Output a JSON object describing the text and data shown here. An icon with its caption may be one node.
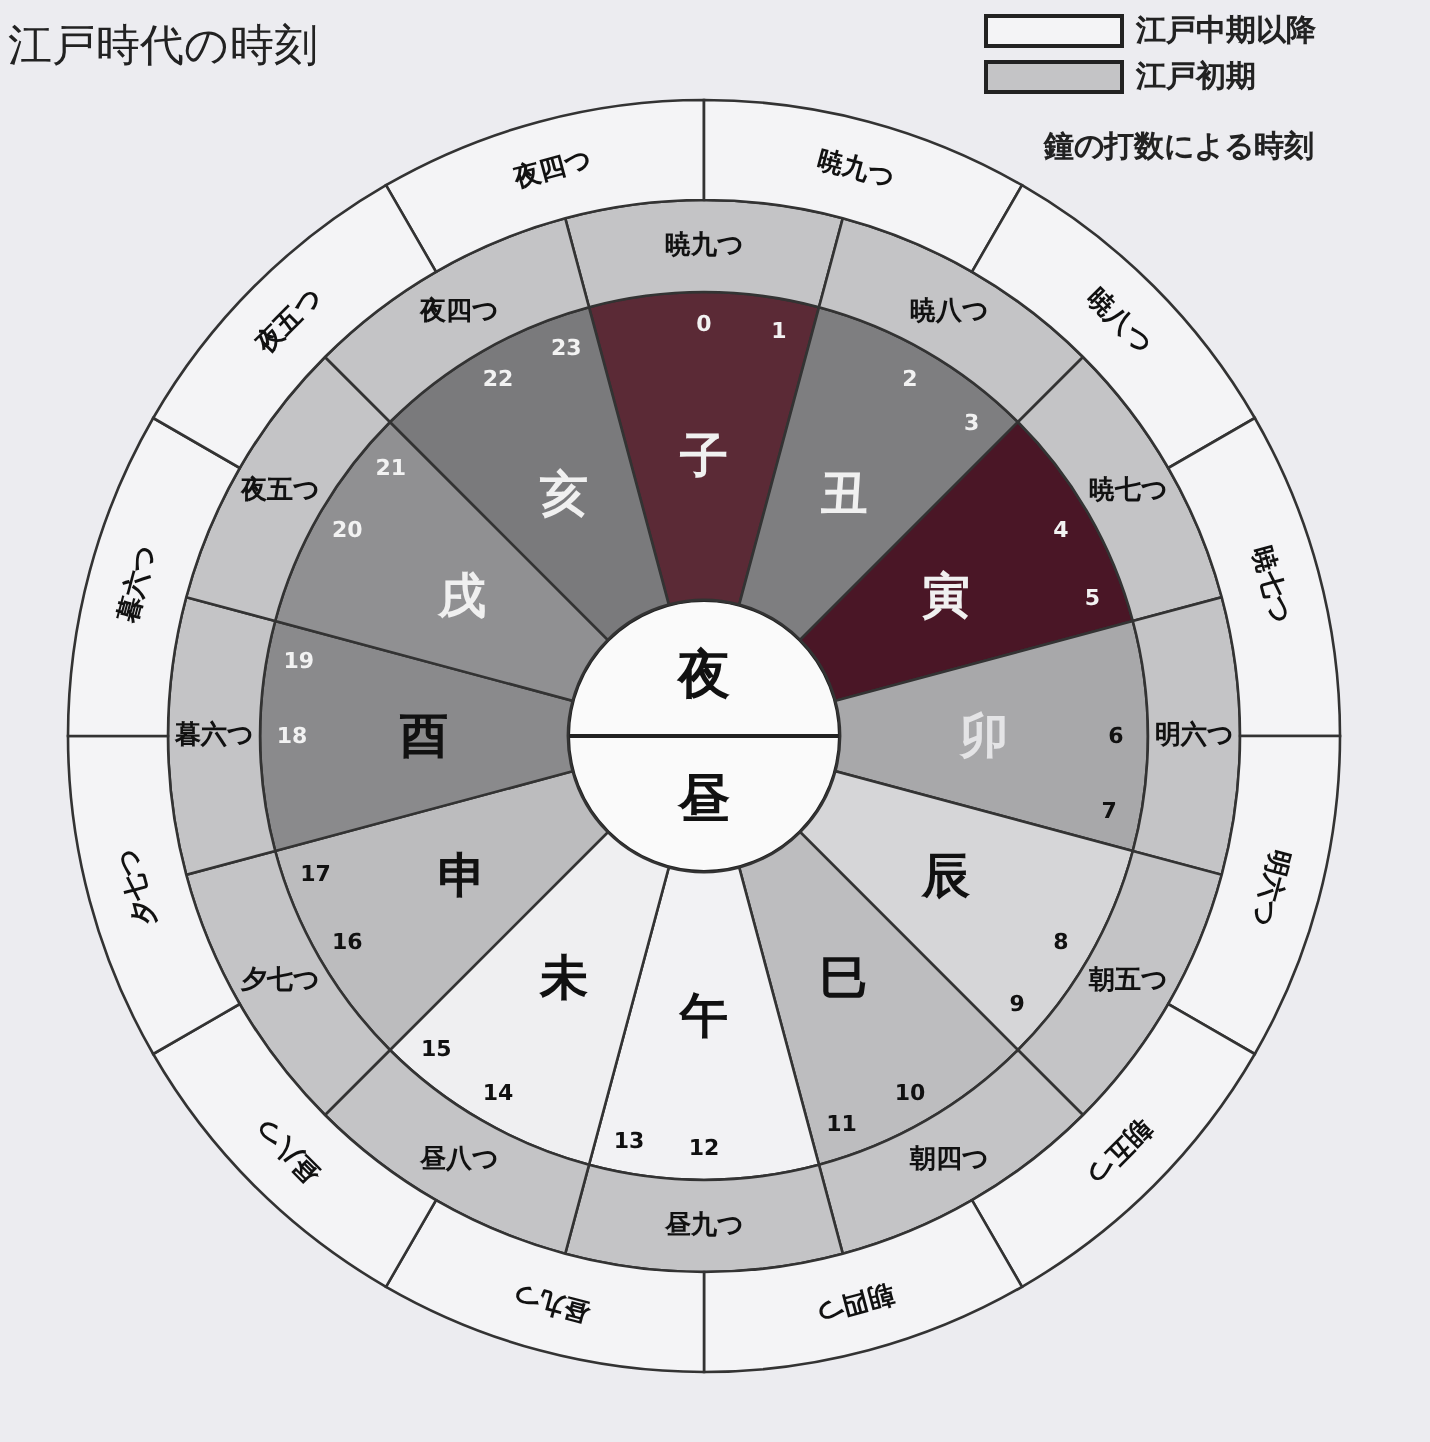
{
  "diagram": {
    "title": "江戸時代の時刻",
    "nodes": [
      {
        "text": [
          "夜"
        ]
      },
      {
        "text": [
          "昼"
        ]
      },
      {
        "text": [
          "子"
        ]
      },
      {
        "text": [
          "丑"
        ]
      },
      {
        "text": [
          "寅"
        ]
      },
      {
        "text": [
          "卯"
        ]
      },
      {
        "text": [
          "辰"
        ]
      },
      {
        "text": [
          "巳"
        ]
      },
      {
        "text": [
          "午"
        ]
      },
      {
        "text": [
          "未"
        ]
      },
      {
        "text": [
          "申"
        ]
      },
      {
        "text": [
          "酉"
        ]
      },
      {
        "text": [
          "戌"
        ]
      },
      {
        "text": [
          "亥"
        ]
      },
      {
        "text": [
          "暁九つ"
        ]
      },
      {
        "text": [
          "暁八つ"
        ]
      },
      {
        "text": [
          "暁七つ"
        ]
      },
      {
        "text": [
          "明六つ"
        ]
      },
      {
        "text": [
          "朝五つ"
        ]
      },
      {
        "text": [
          "朝四つ"
        ]
      },
      {
        "text": [
          "昼九つ"
        ]
      },
      {
        "text": [
          "昼八つ"
        ]
      },
      {
        "text": [
          "夕七つ"
        ]
      },
      {
        "text": [
          "暮六つ"
        ]
      },
      {
        "text": [
          "夜五つ"
        ]
      },
      {
        "text": [
          "夜四つ"
        ]
      },
      {
        "text": [
          "夜四つ"
        ]
      },
      {
        "text": [
          "暁九つ"
        ]
      },
      {
        "text": [
          "暁八つ"
        ]
      },
      {
        "text": [
          "暁七つ"
        ]
      },
      {
        "text": [
          "明六つ"
        ]
      },
      {
        "text": [
          "朝五つ"
        ]
      },
      {
        "text": [
          "朝四つ"
        ]
      },
      {
        "text": [
          "昼九つ"
        ]
      },
      {
        "text": [
          "昼八つ"
        ]
      },
      {
        "text": [
          "夕七つ"
        ]
      },
      {
        "text": [
          "暮六つ"
        ]
      },
      {
        "text": [
          "夜五つ"
        ]
      }
    ],
    "labels": [
      "鐘の打数による時刻",
      "0",
      "1",
      "2",
      "3",
      "4",
      "5",
      "6",
      "7",
      "8",
      "9",
      "10",
      "11",
      "12",
      "13",
      "14",
      "15",
      "16",
      "17",
      "18",
      "19",
      "20",
      "21",
      "22",
      "23"
    ],
    "legend": [
      {
        "text": "江戸中期以降",
        "color": "#f4f4f6"
      },
      {
        "text": "江戸初期",
        "color": "#c4c4c6"
      }
    ]
  }
}
